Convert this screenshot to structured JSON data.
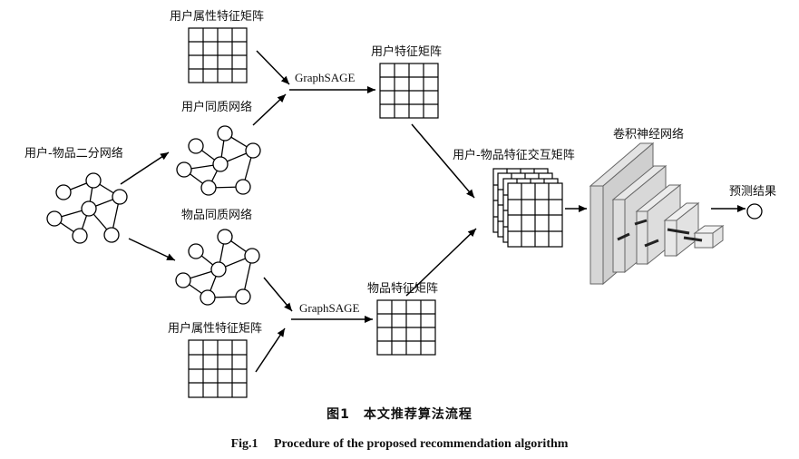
{
  "labels": {
    "user_attr_top": "用户属性特征矩阵",
    "user_homo_net": "用户同质网络",
    "bipartite_net": "用户-物品二分网络",
    "item_homo_net": "物品同质网络",
    "user_attr_bottom": "用户属性特征矩阵",
    "graphsage_top": "GraphSAGE",
    "graphsage_bottom": "GraphSAGE",
    "user_feature_matrix": "用户特征矩阵",
    "item_feature_matrix": "物品特征矩阵",
    "interaction_matrix": "用户-物品特征交互矩阵",
    "cnn": "卷积神经网络",
    "prediction": "预测结果"
  },
  "caption": {
    "cn": "图1　本文推荐算法流程",
    "en": "Fig.1　 Procedure of the proposed recommendation algorithm"
  }
}
